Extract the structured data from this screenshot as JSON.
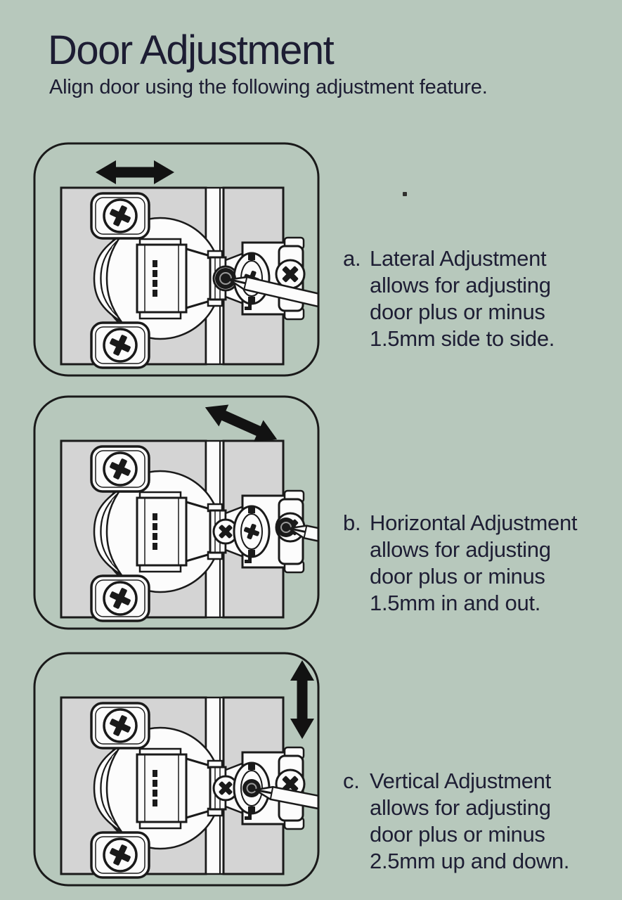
{
  "header": {
    "title": "Door Adjustment",
    "subtitle": "Align door using the following adjustment feature."
  },
  "diagrams": [
    {
      "name": "lateral-adjustment",
      "arrow_direction": "left-right",
      "caption_label": "a.",
      "caption_lines": [
        "Lateral Adjustment",
        "allows for adjusting",
        "door plus or minus",
        "1.5mm side to side."
      ]
    },
    {
      "name": "horizontal-adjustment",
      "arrow_direction": "diagonal-in-out",
      "caption_label": "b.",
      "caption_lines": [
        "Horizontal Adjustment",
        "allows for adjusting",
        "door plus or minus",
        "1.5mm in and out."
      ]
    },
    {
      "name": "vertical-adjustment",
      "arrow_direction": "up-down",
      "caption_label": "c.",
      "caption_lines": [
        "Vertical Adjustment",
        "allows for adjusting",
        "door plus or minus",
        "2.5mm up and down."
      ]
    }
  ],
  "colors": {
    "background": "#b7c8bc",
    "panel_gray": "#d4d4d4",
    "outline": "#1a1a1a",
    "white": "#fcfcfc",
    "text": "#1d1d33"
  }
}
